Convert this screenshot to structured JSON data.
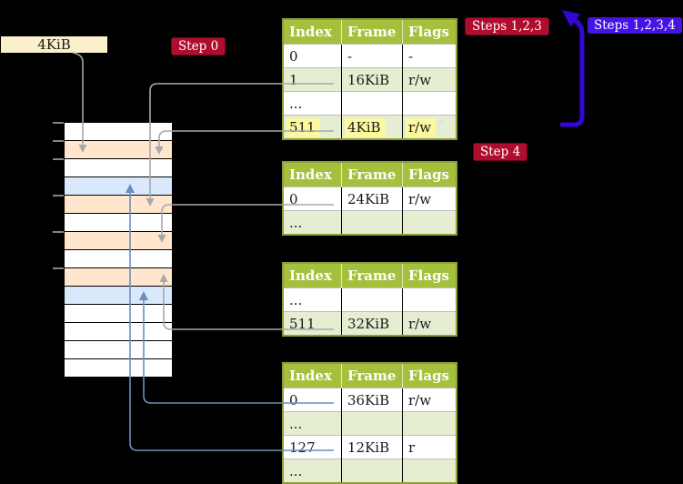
{
  "colors": {
    "bg": "#000000",
    "badge-red": "#b00d2e",
    "badge-blue": "#4513e6",
    "big-arrow-blue": "#3307d6",
    "table-header-green": "#a4c03c",
    "table-row-green": "#e6eed2",
    "table-border": "#8e9f35",
    "highlight-yellow": "#fcf8a0",
    "mem-white": "#ffffff",
    "mem-peach": "#ffe6cc",
    "mem-blue": "#dae8fc",
    "label-wheat": "#fcf0cc",
    "connector-gray": "#a8a8ac",
    "connector-blue": "#6c8ebf"
  },
  "frame_label": {
    "text": "4KiB"
  },
  "badges": {
    "step0": "Step 0",
    "steps123": "Steps 1,2,3",
    "steps1234": "Steps 1,2,3,4",
    "step4": "Step 4"
  },
  "memory": {
    "rows": [
      "white",
      "peach",
      "white",
      "blue",
      "peach",
      "white",
      "peach",
      "white",
      "peach",
      "blue",
      "white",
      "white",
      "white",
      "white"
    ]
  },
  "tables": [
    {
      "id": "page-table-top",
      "columns": [
        "Index",
        "Frame",
        "Flags"
      ],
      "rows": [
        {
          "cells": [
            "0",
            "-",
            "-"
          ],
          "highlight": false
        },
        {
          "cells": [
            "1",
            "16KiB",
            "r/w"
          ],
          "highlight": false
        },
        {
          "cells": [
            "...",
            "",
            ""
          ],
          "highlight": false
        },
        {
          "cells": [
            "511",
            "4KiB",
            "r/w"
          ],
          "highlight": true
        }
      ]
    },
    {
      "id": "page-table-second",
      "columns": [
        "Index",
        "Frame",
        "Flags"
      ],
      "rows": [
        {
          "cells": [
            "0",
            "24KiB",
            "r/w"
          ],
          "highlight": false
        },
        {
          "cells": [
            "...",
            "",
            ""
          ],
          "highlight": false
        }
      ]
    },
    {
      "id": "page-table-third",
      "columns": [
        "Index",
        "Frame",
        "Flags"
      ],
      "rows": [
        {
          "cells": [
            "...",
            "",
            ""
          ],
          "highlight": false
        },
        {
          "cells": [
            "511",
            "32KiB",
            "r/w"
          ],
          "highlight": false
        }
      ]
    },
    {
      "id": "page-table-bottom",
      "columns": [
        "Index",
        "Frame",
        "Flags"
      ],
      "rows": [
        {
          "cells": [
            "0",
            "36KiB",
            "r/w"
          ],
          "highlight": false
        },
        {
          "cells": [
            "...",
            "",
            ""
          ],
          "highlight": false
        },
        {
          "cells": [
            "127",
            "12KiB",
            "r"
          ],
          "highlight": false
        },
        {
          "cells": [
            "...",
            "",
            ""
          ],
          "highlight": false
        }
      ]
    }
  ]
}
